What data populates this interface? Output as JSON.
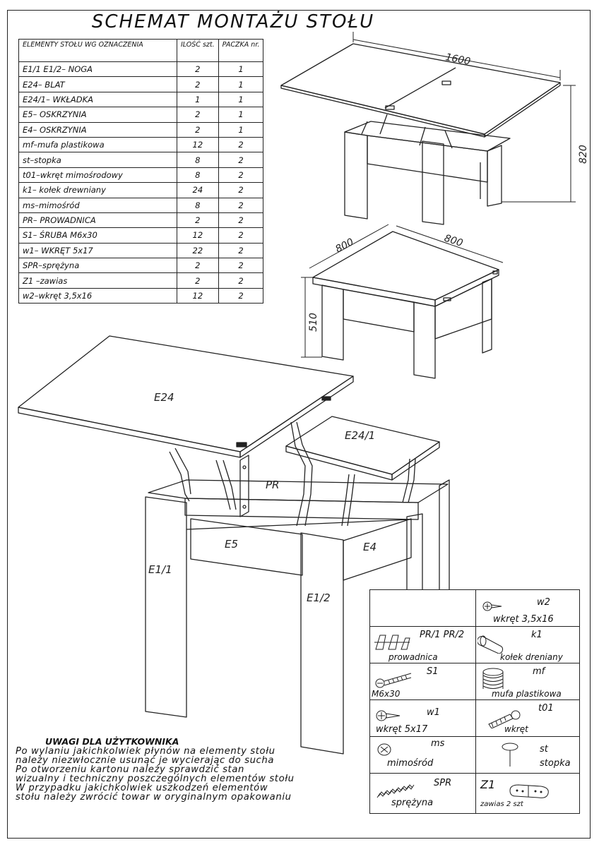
{
  "title": "SCHEMAT MONTAŻU STOŁU",
  "table": {
    "headers": [
      "ELEMENTY STOŁU WG OZNACZENIA",
      "ILOŚĆ szt.",
      "PACZKA nr."
    ],
    "rows": [
      [
        "E1/1 E1/2– NOGA",
        "2",
        "1"
      ],
      [
        "E24– BLAT",
        "2",
        "1"
      ],
      [
        "E24/1– WKŁADKA",
        "1",
        "1"
      ],
      [
        "E5– OSKRZYNIA",
        "2",
        "1"
      ],
      [
        "E4– OSKRZYNIA",
        "2",
        "1"
      ],
      [
        "mf–mufa plastikowa",
        "12",
        "2"
      ],
      [
        "st–stopka",
        "8",
        "2"
      ],
      [
        "t01–wkręt mimośrodowy",
        "8",
        "2"
      ],
      [
        "k1– kołek drewniany",
        "24",
        "2"
      ],
      [
        "ms–mimośród",
        "8",
        "2"
      ],
      [
        "PR– PROWADNICA",
        "2",
        "2"
      ],
      [
        "S1– ŚRUBA M6x30",
        "12",
        "2"
      ],
      [
        "w1– WKRĘT 5x17",
        "22",
        "2"
      ],
      [
        "SPR–sprężyna",
        "2",
        "2"
      ],
      [
        "Z1 –zawias",
        "2",
        "2"
      ],
      [
        "w2–wkręt 3,5x16",
        "12",
        "2"
      ]
    ]
  },
  "dimensions": {
    "length_open": "1600",
    "height_open": "820",
    "width_a": "800",
    "width_b": "800",
    "height_closed": "510"
  },
  "labels": {
    "top": "E24",
    "insert": "E24/1",
    "guide": "PR",
    "side5": "E5",
    "side4": "E4",
    "leg1": "E1/1",
    "leg2": "E1/2"
  },
  "legend": {
    "w2_code": "w2",
    "w2_name": "wkręt 3,5x16",
    "pr_code": "PR/1 PR/2",
    "pr_name": "prowadnica",
    "k1_code": "k1",
    "k1_name": "kołek dreniany",
    "s1_code": "S1",
    "s1_name": "M6x30",
    "mf_code": "mf",
    "mf_name": "mufa plastikowa",
    "w1_code": "w1",
    "w1_name": "wkręt 5x17",
    "t01_code": "t01",
    "t01_name": "wkręt",
    "ms_code": "ms",
    "ms_name": "mimośród",
    "st_code": "st",
    "st_name": "stopka",
    "spr_code": "SPR",
    "spr_name": "sprężyna",
    "z1_code": "Z1",
    "z1_name": "zawias 2 szt"
  },
  "notes": {
    "heading": "UWAGI DLA UŻYTKOWNIKA",
    "lines": [
      "Po wylaniu jakichkolwiek płynów na elementy stołu",
      "należy niezwłocznie usunąć je wycierając do sucha",
      "Po otworzeniu kartonu należy sprawdzić stan",
      "wizualny i techniczny poszczególnych elementów stołu",
      "W przypadku jakichkolwiek uszkodzeń elementów",
      "stołu należy zwrócić towar w oryginalnym opakowaniu"
    ]
  }
}
